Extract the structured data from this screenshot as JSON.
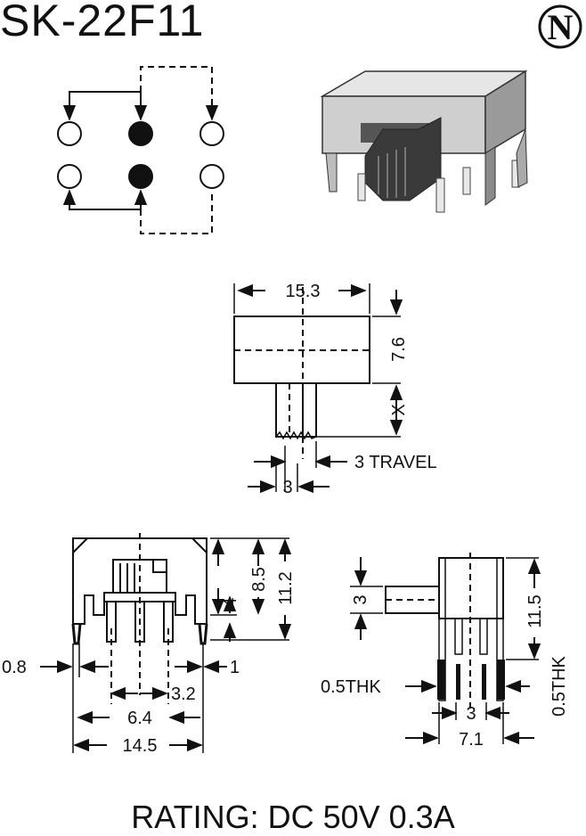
{
  "title": "SK-22F11",
  "logo_letter": "N",
  "rating": "RATING: DC 50V 0.3A",
  "front_view": {
    "width": "15.3",
    "height": "7.6",
    "x_mark": "X",
    "travel": "3 TRAVEL",
    "actuator": "3"
  },
  "side_view": {
    "h1": "8.5",
    "h2": "11.2",
    "h3": "4",
    "left": "0.8",
    "right": "1",
    "p1": "3.2",
    "p2": "6.4",
    "p3": "14.5"
  },
  "end_view": {
    "act": "3",
    "height": "11.5",
    "thk_left": "0.5THK",
    "thk_right": "0.5THK",
    "pitch": "3",
    "span": "7.1"
  },
  "colors": {
    "ink": "#111111",
    "body_grey": "#c8c8c8"
  }
}
